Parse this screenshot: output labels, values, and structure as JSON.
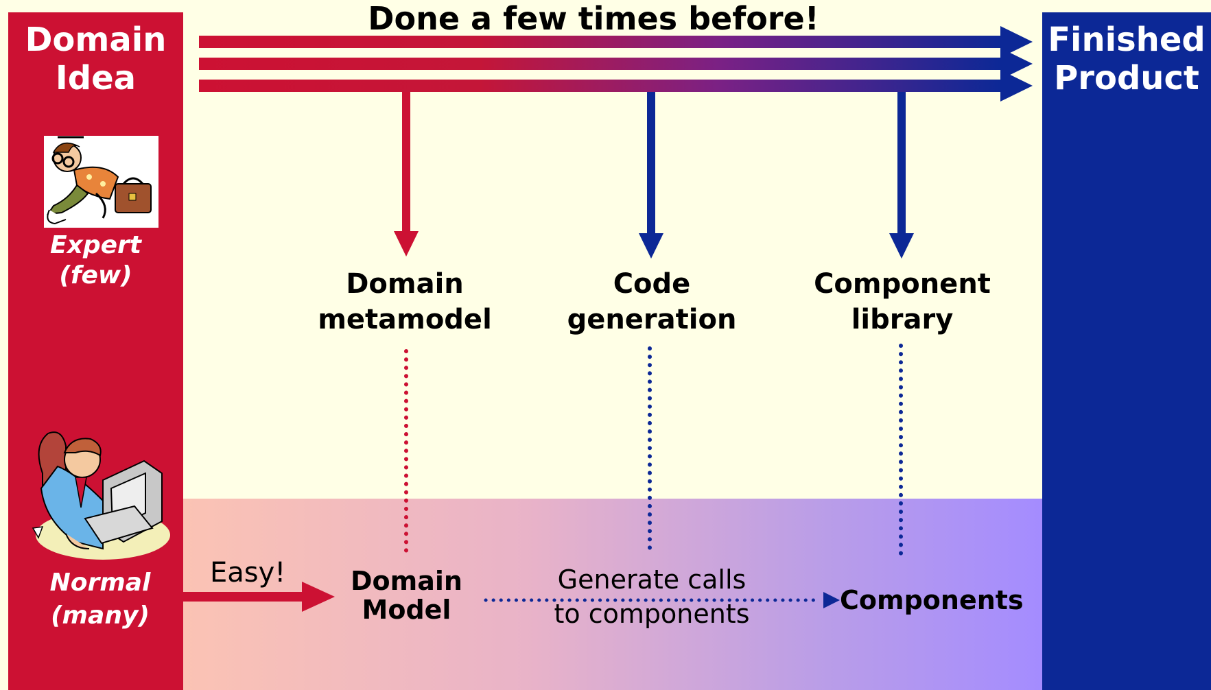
{
  "header": {
    "title": "Done a few times before!"
  },
  "left": {
    "title_line1": "Domain",
    "title_line2": "Idea",
    "expert_line1": "Expert",
    "expert_line2": "(few)",
    "normal_line1": "Normal",
    "normal_line2": "(many)"
  },
  "right": {
    "title_line1": "Finished",
    "title_line2": "Product"
  },
  "columns": [
    {
      "line1": "Domain",
      "line2": "metamodel",
      "color": "#cc1133"
    },
    {
      "line1": "Code",
      "line2": "generation",
      "color": "#0c2896"
    },
    {
      "line1": "Component",
      "line2": "library",
      "color": "#0c2896"
    }
  ],
  "bottom": {
    "easy": "Easy!",
    "model_line1": "Domain",
    "model_line2": "Model",
    "generate_line1": "Generate calls",
    "generate_line2": "to components",
    "components": "Components"
  },
  "colors": {
    "red": "#cc1133",
    "blue": "#0c2896",
    "background": "#ffffe6"
  },
  "icons": {
    "expert": "running-man-with-briefcase-icon",
    "normal": "man-at-computer-icon"
  }
}
